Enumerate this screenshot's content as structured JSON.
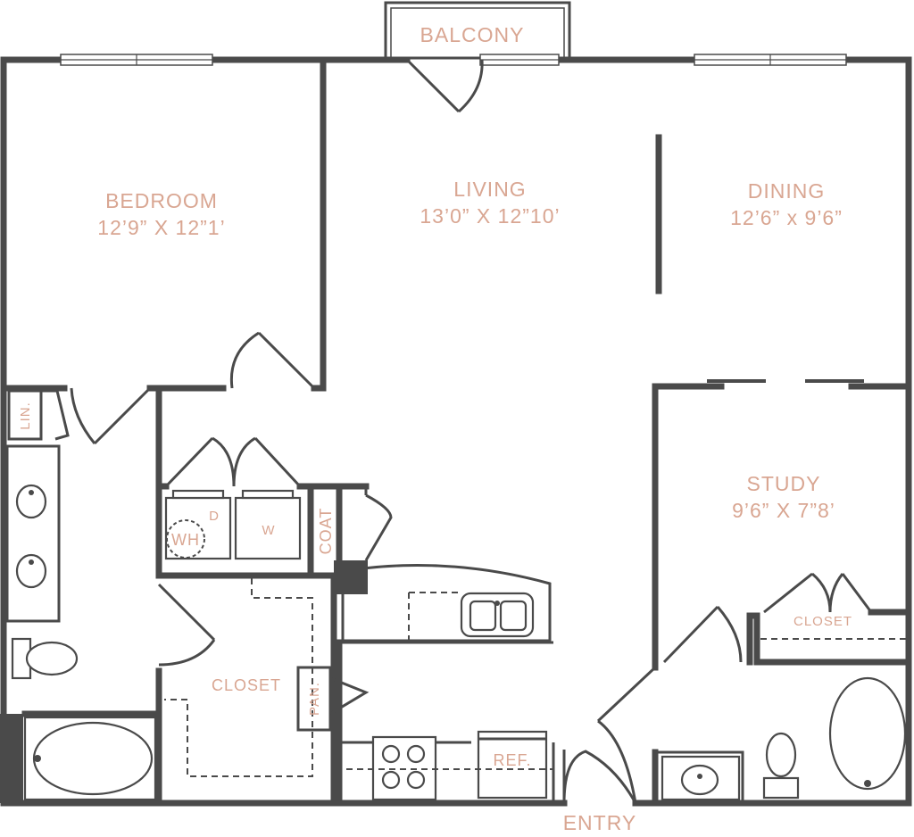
{
  "colors": {
    "wall": "#4a4a4a",
    "label": "#d9a692",
    "background": "#ffffff"
  },
  "rooms": {
    "bedroom": {
      "name": "BEDROOM",
      "size": "12’9” X 12”1’"
    },
    "living": {
      "name": "LIVING",
      "size": "13’0” X 12”10’"
    },
    "dining": {
      "name": "DINING",
      "size": "12’6” x 9’6”"
    },
    "study": {
      "name": "STUDY",
      "size": "9’6” X 7”8’"
    }
  },
  "labels": {
    "balcony": "BALCONY",
    "entry": "ENTRY",
    "closet_main": "CLOSET",
    "closet_study": "CLOSET",
    "linen": "LIN.",
    "coat": "COAT",
    "pantry": "PAN.",
    "dryer": "D",
    "washer": "W",
    "water_heater": "WH",
    "refrigerator": "REF."
  },
  "icons": [
    "sink-icon",
    "toilet-icon",
    "bathtub-icon",
    "stove-icon",
    "double-sink-icon",
    "window-icon",
    "door-swing-icon"
  ]
}
